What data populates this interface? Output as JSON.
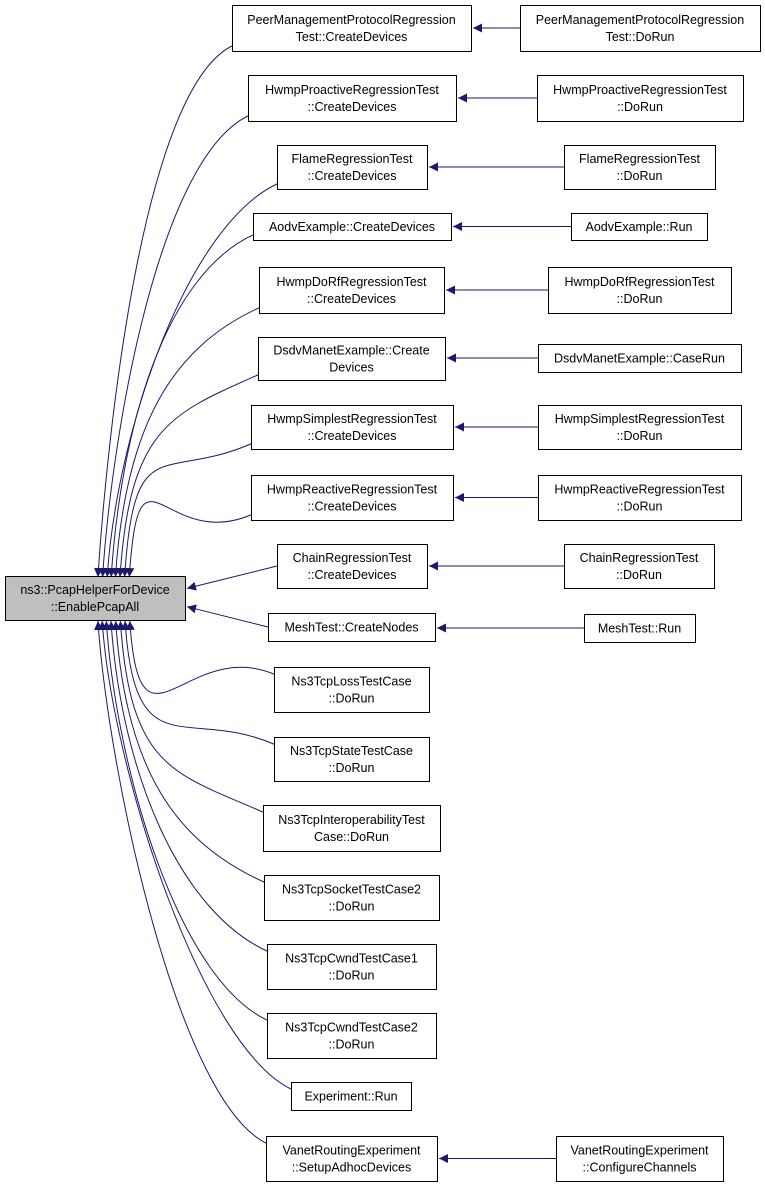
{
  "root": {
    "lines": [
      "ns3::PcapHelperForDevice",
      "::EnablePcapAll"
    ],
    "fill": "#bfbfbf"
  },
  "edge_color": "#191970",
  "callers": [
    {
      "id": "peer-mgmt",
      "lines": [
        "PeerManagementProtocolRegression",
        "Test::CreateDevices"
      ],
      "callers": [
        {
          "id": "peer-mgmt-dorun",
          "lines": [
            "PeerManagementProtocolRegression",
            "Test::DoRun"
          ]
        }
      ]
    },
    {
      "id": "hwmp-proactive",
      "lines": [
        "HwmpProactiveRegressionTest",
        "::CreateDevices"
      ],
      "callers": [
        {
          "id": "hwmp-proactive-dorun",
          "lines": [
            "HwmpProactiveRegressionTest",
            "::DoRun"
          ]
        }
      ]
    },
    {
      "id": "flame",
      "lines": [
        "FlameRegressionTest",
        "::CreateDevices"
      ],
      "callers": [
        {
          "id": "flame-dorun",
          "lines": [
            "FlameRegressionTest",
            "::DoRun"
          ]
        }
      ]
    },
    {
      "id": "aodv",
      "lines": [
        "AodvExample::CreateDevices"
      ],
      "callers": [
        {
          "id": "aodv-run",
          "lines": [
            "AodvExample::Run"
          ]
        }
      ]
    },
    {
      "id": "hwmp-dorf",
      "lines": [
        "HwmpDoRfRegressionTest",
        "::CreateDevices"
      ],
      "callers": [
        {
          "id": "hwmp-dorf-dorun",
          "lines": [
            "HwmpDoRfRegressionTest",
            "::DoRun"
          ]
        }
      ]
    },
    {
      "id": "dsdv",
      "lines": [
        "DsdvManetExample::Create",
        "Devices"
      ],
      "callers": [
        {
          "id": "dsdv-caserun",
          "lines": [
            "DsdvManetExample::CaseRun"
          ]
        }
      ]
    },
    {
      "id": "hwmp-simplest",
      "lines": [
        "HwmpSimplestRegressionTest",
        "::CreateDevices"
      ],
      "callers": [
        {
          "id": "hwmp-simplest-dorun",
          "lines": [
            "HwmpSimplestRegressionTest",
            "::DoRun"
          ]
        }
      ]
    },
    {
      "id": "hwmp-reactive",
      "lines": [
        "HwmpReactiveRegressionTest",
        "::CreateDevices"
      ],
      "callers": [
        {
          "id": "hwmp-reactive-dorun",
          "lines": [
            "HwmpReactiveRegressionTest",
            "::DoRun"
          ]
        }
      ]
    },
    {
      "id": "chain",
      "lines": [
        "ChainRegressionTest",
        "::CreateDevices"
      ],
      "callers": [
        {
          "id": "chain-dorun",
          "lines": [
            "ChainRegressionTest",
            "::DoRun"
          ]
        }
      ]
    },
    {
      "id": "meshtest",
      "lines": [
        "MeshTest::CreateNodes"
      ],
      "callers": [
        {
          "id": "meshtest-run",
          "lines": [
            "MeshTest::Run"
          ]
        }
      ]
    },
    {
      "id": "tcp-loss",
      "lines": [
        "Ns3TcpLossTestCase",
        "::DoRun"
      ],
      "callers": []
    },
    {
      "id": "tcp-state",
      "lines": [
        "Ns3TcpStateTestCase",
        "::DoRun"
      ],
      "callers": []
    },
    {
      "id": "tcp-interop",
      "lines": [
        "Ns3TcpInteroperabilityTest",
        "Case::DoRun"
      ],
      "callers": []
    },
    {
      "id": "tcp-socket2",
      "lines": [
        "Ns3TcpSocketTestCase2",
        "::DoRun"
      ],
      "callers": []
    },
    {
      "id": "tcp-cwnd1",
      "lines": [
        "Ns3TcpCwndTestCase1",
        "::DoRun"
      ],
      "callers": []
    },
    {
      "id": "tcp-cwnd2",
      "lines": [
        "Ns3TcpCwndTestCase2",
        "::DoRun"
      ],
      "callers": []
    },
    {
      "id": "experiment",
      "lines": [
        "Experiment::Run"
      ],
      "callers": []
    },
    {
      "id": "vanet",
      "lines": [
        "VanetRoutingExperiment",
        "::SetupAdhocDevices"
      ],
      "callers": [
        {
          "id": "vanet-configure",
          "lines": [
            "VanetRoutingExperiment",
            "::ConfigureChannels"
          ]
        }
      ]
    }
  ]
}
